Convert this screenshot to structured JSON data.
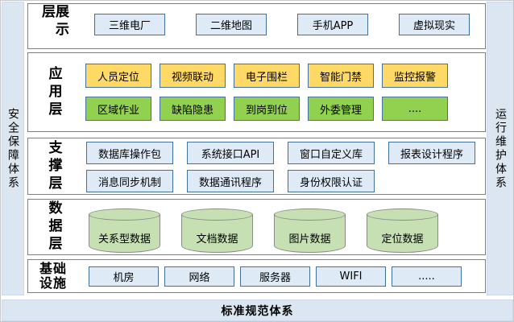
{
  "frame": {
    "left_pillar": "安全保障体系",
    "right_pillar": "运行维护体系",
    "bottom_bar": "标准规范体系"
  },
  "layers": [
    {
      "label": "展示层",
      "rows": [
        [
          "三维电厂",
          "二维地图",
          "手机APP",
          "虚拟现实"
        ]
      ]
    },
    {
      "label": "应用层",
      "rows": [
        [
          "人员定位",
          "视频联动",
          "电子围栏",
          "智能门禁",
          "监控报警"
        ],
        [
          "区域作业",
          "缺陷隐患",
          "到岗到位",
          "外委管理",
          "...."
        ]
      ]
    },
    {
      "label": "支撑层",
      "rows": [
        [
          "数据库操作包",
          "系统接口API",
          "窗口自定义库",
          "报表设计程序"
        ],
        [
          "消息同步机制",
          "数据通讯程序",
          "身份权限认证"
        ]
      ]
    },
    {
      "label": "数据层",
      "cylinders": [
        "关系型数据",
        "文档数据",
        "图片数据",
        "定位数据"
      ]
    },
    {
      "label": "基础设施",
      "rows": [
        [
          "机房",
          "网络",
          "服务器",
          "WIFI",
          "....."
        ]
      ]
    }
  ],
  "colors": {
    "pillar_bg": "#dce6f1",
    "layer_border": "#7f7f7f",
    "item_border": "#41719c",
    "item_bg_blue": "#deebf7",
    "item_bg_yellow": "#ffd966",
    "item_bg_green": "#92d050",
    "cylinder_bg": "#c6e0b4",
    "cylinder_border": "#898989"
  }
}
